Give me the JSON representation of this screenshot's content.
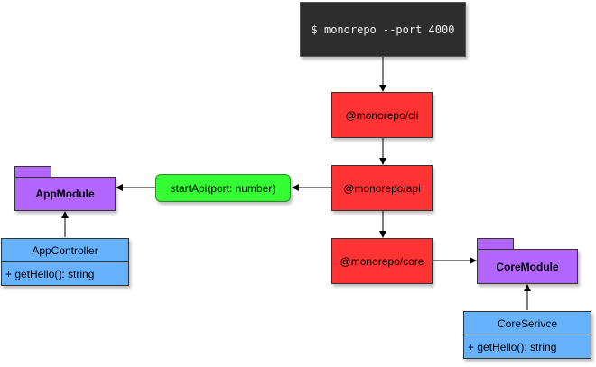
{
  "terminal": {
    "command": "$ monorepo --port 4000"
  },
  "packages": {
    "cli": "@monorepo/cli",
    "api": "@monorepo/api",
    "core": "@monorepo/core"
  },
  "call": {
    "label": "startApi(port: number)"
  },
  "modules": {
    "app": "AppModule",
    "core": "CoreModule"
  },
  "classes": {
    "app_controller": {
      "name": "AppController",
      "member": "+ getHello(): string"
    },
    "core_service": {
      "name": "CoreSerivce",
      "member": "+ getHello(): string"
    }
  },
  "colors": {
    "terminal": "#2d2d2d",
    "package": "#ff3333",
    "call": "#33ff33",
    "module": "#b266ff",
    "class": "#66b2ff"
  }
}
